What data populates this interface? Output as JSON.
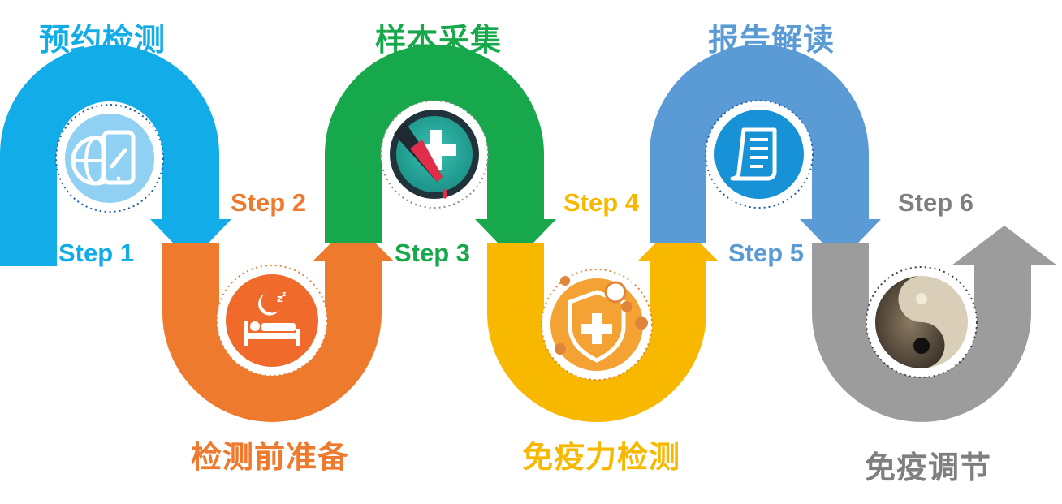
{
  "steps": [
    {
      "title": "预约检测",
      "step": "Step 1",
      "color": "#12ace9",
      "icon": "globe-link-phone-icon"
    },
    {
      "title": "检测前准备",
      "step": "Step 2",
      "color": "#ee7a2e",
      "icon": "sleeping-bed-icon"
    },
    {
      "title": "样本采集",
      "step": "Step 3",
      "color": "#16a84a",
      "icon": "blood-dropper-icon"
    },
    {
      "title": "免疫力检测",
      "step": "Step 4",
      "color": "#f9b800",
      "icon": "immune-shield-icon"
    },
    {
      "title": "报告解读",
      "step": "Step 5",
      "color": "#5b9bd5",
      "icon": "report-document-icon"
    },
    {
      "title": "免疫调节",
      "step": "Step 6",
      "color": "#9c9c9c",
      "icon": "yin-yang-icon"
    }
  ]
}
